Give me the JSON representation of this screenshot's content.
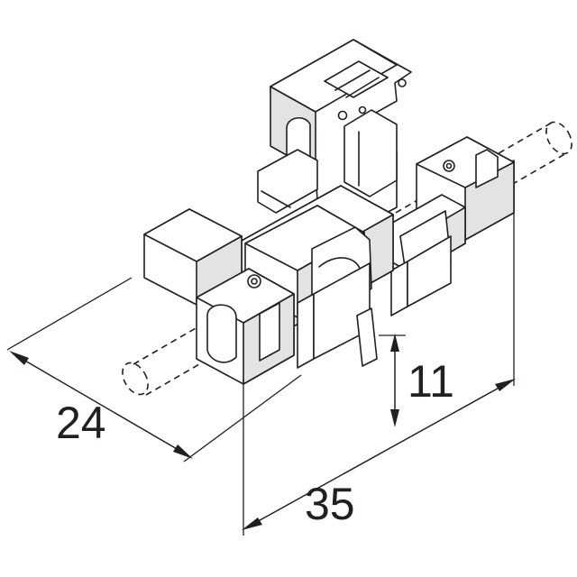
{
  "dimensions": {
    "width": "24",
    "height": "11",
    "length": "35"
  }
}
